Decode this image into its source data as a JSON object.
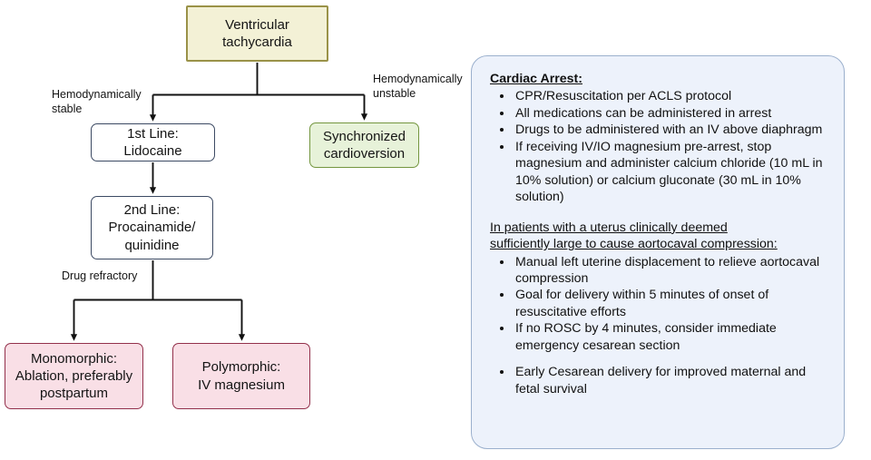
{
  "flowchart": {
    "nodes": {
      "root": "Ventricular\ntachycardia",
      "first_line": "1st Line: Lidocaine",
      "synchronized": "Synchronized\ncardioversion",
      "second_line": "2nd Line:\nProcainamide/\nquinidine",
      "monomorphic": "Monomorphic:\nAblation, preferably\npostpartum",
      "polymorphic": "Polymorphic:\nIV magnesium"
    },
    "edge_labels": {
      "stable": "Hemodynamically\nstable",
      "unstable": "Hemodynamically\nunstable",
      "drug_refractory": "Drug refractory"
    },
    "colors": {
      "root_fill": "#f3f1d6",
      "root_border": "#9a9248",
      "white_fill": "#ffffff",
      "navy_border": "#3c4a63",
      "green_fill": "#e7f2d9",
      "green_border": "#74963f",
      "pink_fill": "#f9dfe6",
      "pink_border": "#93304b",
      "arrow": "#111111"
    }
  },
  "panel": {
    "fill": "#edf2fb",
    "border": "#9bb0cd",
    "section1": {
      "heading": "Cardiac Arrest:",
      "bullets": [
        "CPR/Resuscitation per ACLS protocol",
        "All medications can be administered in arrest",
        "Drugs to be administered with an IV above diaphragm",
        "If  receiving IV/IO magnesium pre-arrest, stop magnesium and administer calcium chloride (10 mL in 10% solution) or calcium gluconate (30 mL in 10% solution)"
      ]
    },
    "section2": {
      "heading": "In patients with a uterus clinically deemed \nsufficiently large to cause aortocaval compression:",
      "bullets": [
        "Manual left uterine displacement to relieve aortocaval compression",
        "Goal for delivery within 5 minutes of onset of resuscitative efforts",
        "If no ROSC by 4 minutes, consider immediate emergency cesarean section"
      ],
      "bullets_after_gap": [
        "Early Cesarean delivery for improved maternal and fetal survival"
      ]
    }
  }
}
